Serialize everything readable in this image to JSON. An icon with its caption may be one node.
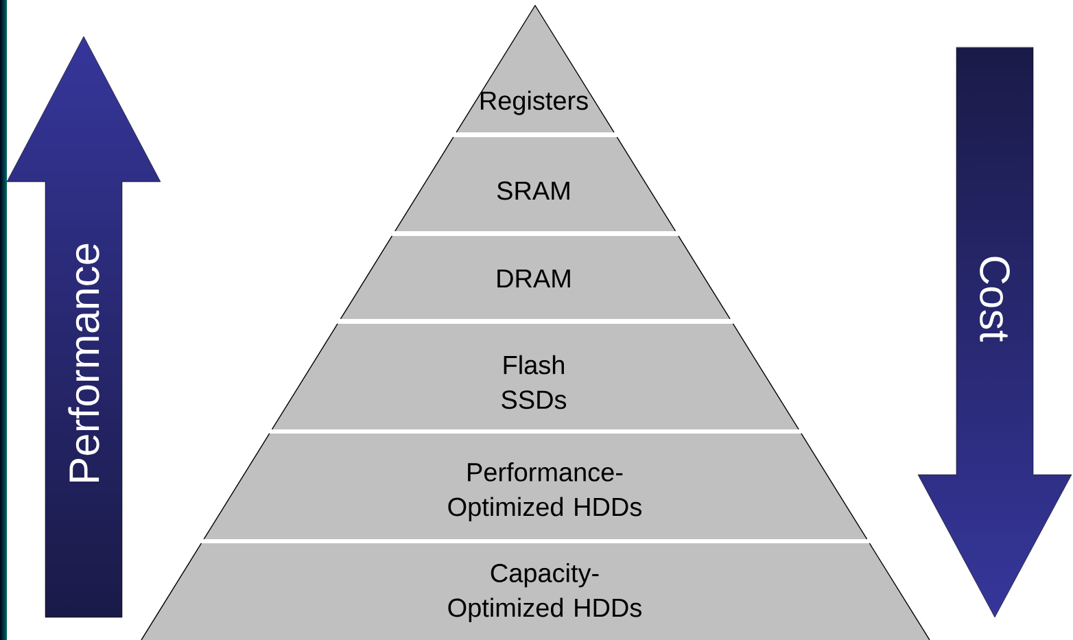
{
  "diagram": {
    "nodes": [
      {
        "text": [
          "Registers"
        ]
      },
      {
        "text": [
          "SRAM"
        ]
      },
      {
        "text": [
          "DRAM"
        ]
      },
      {
        "text": [
          "Flash SSDs"
        ]
      },
      {
        "text": [
          "Performance-Optimized HDDs"
        ]
      },
      {
        "text": [
          "Capacity-Optimized HDDs"
        ]
      }
    ],
    "labels": [
      "Performance",
      "Cost"
    ]
  }
}
